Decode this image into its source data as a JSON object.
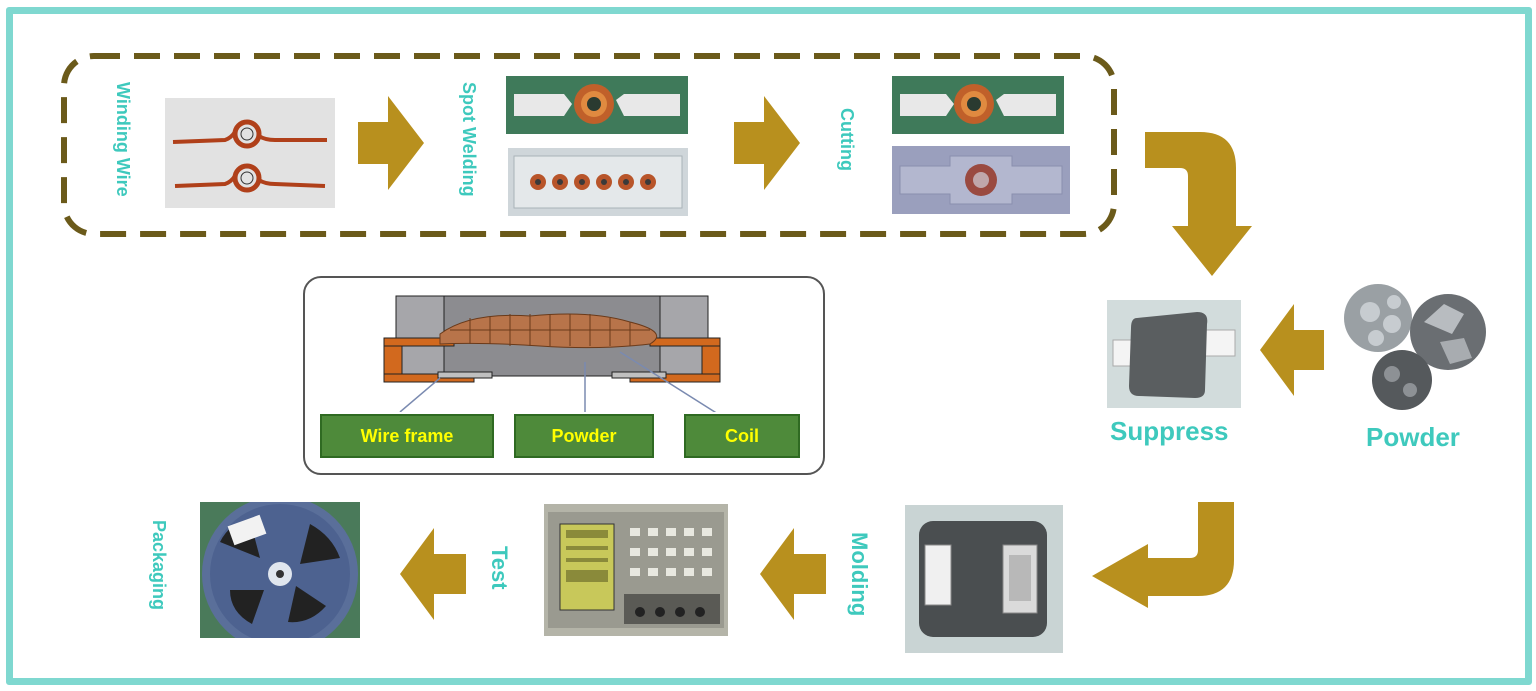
{
  "colors": {
    "frame": "#7fd8d0",
    "label": "#3ec9bd",
    "arrow": "#b8901e",
    "dashed_group": "#6b5a1a",
    "callout_fill": "#4e8a3a",
    "callout_text": "#ffff00"
  },
  "steps": {
    "winding_wire": "Winding Wire",
    "spot_welding": "Spot Welding",
    "cutting": "Cutting",
    "suppress": "Suppress",
    "powder": "Powder",
    "molding": "Molding",
    "test": "Test",
    "packaging": "Packaging"
  },
  "cross_section": {
    "callouts": [
      "Wire frame",
      "Powder",
      "Coil"
    ]
  },
  "icons": [
    "arrow-right-icon",
    "arrow-left-icon",
    "arrow-curved-down-icon",
    "arrow-curved-left-icon"
  ]
}
